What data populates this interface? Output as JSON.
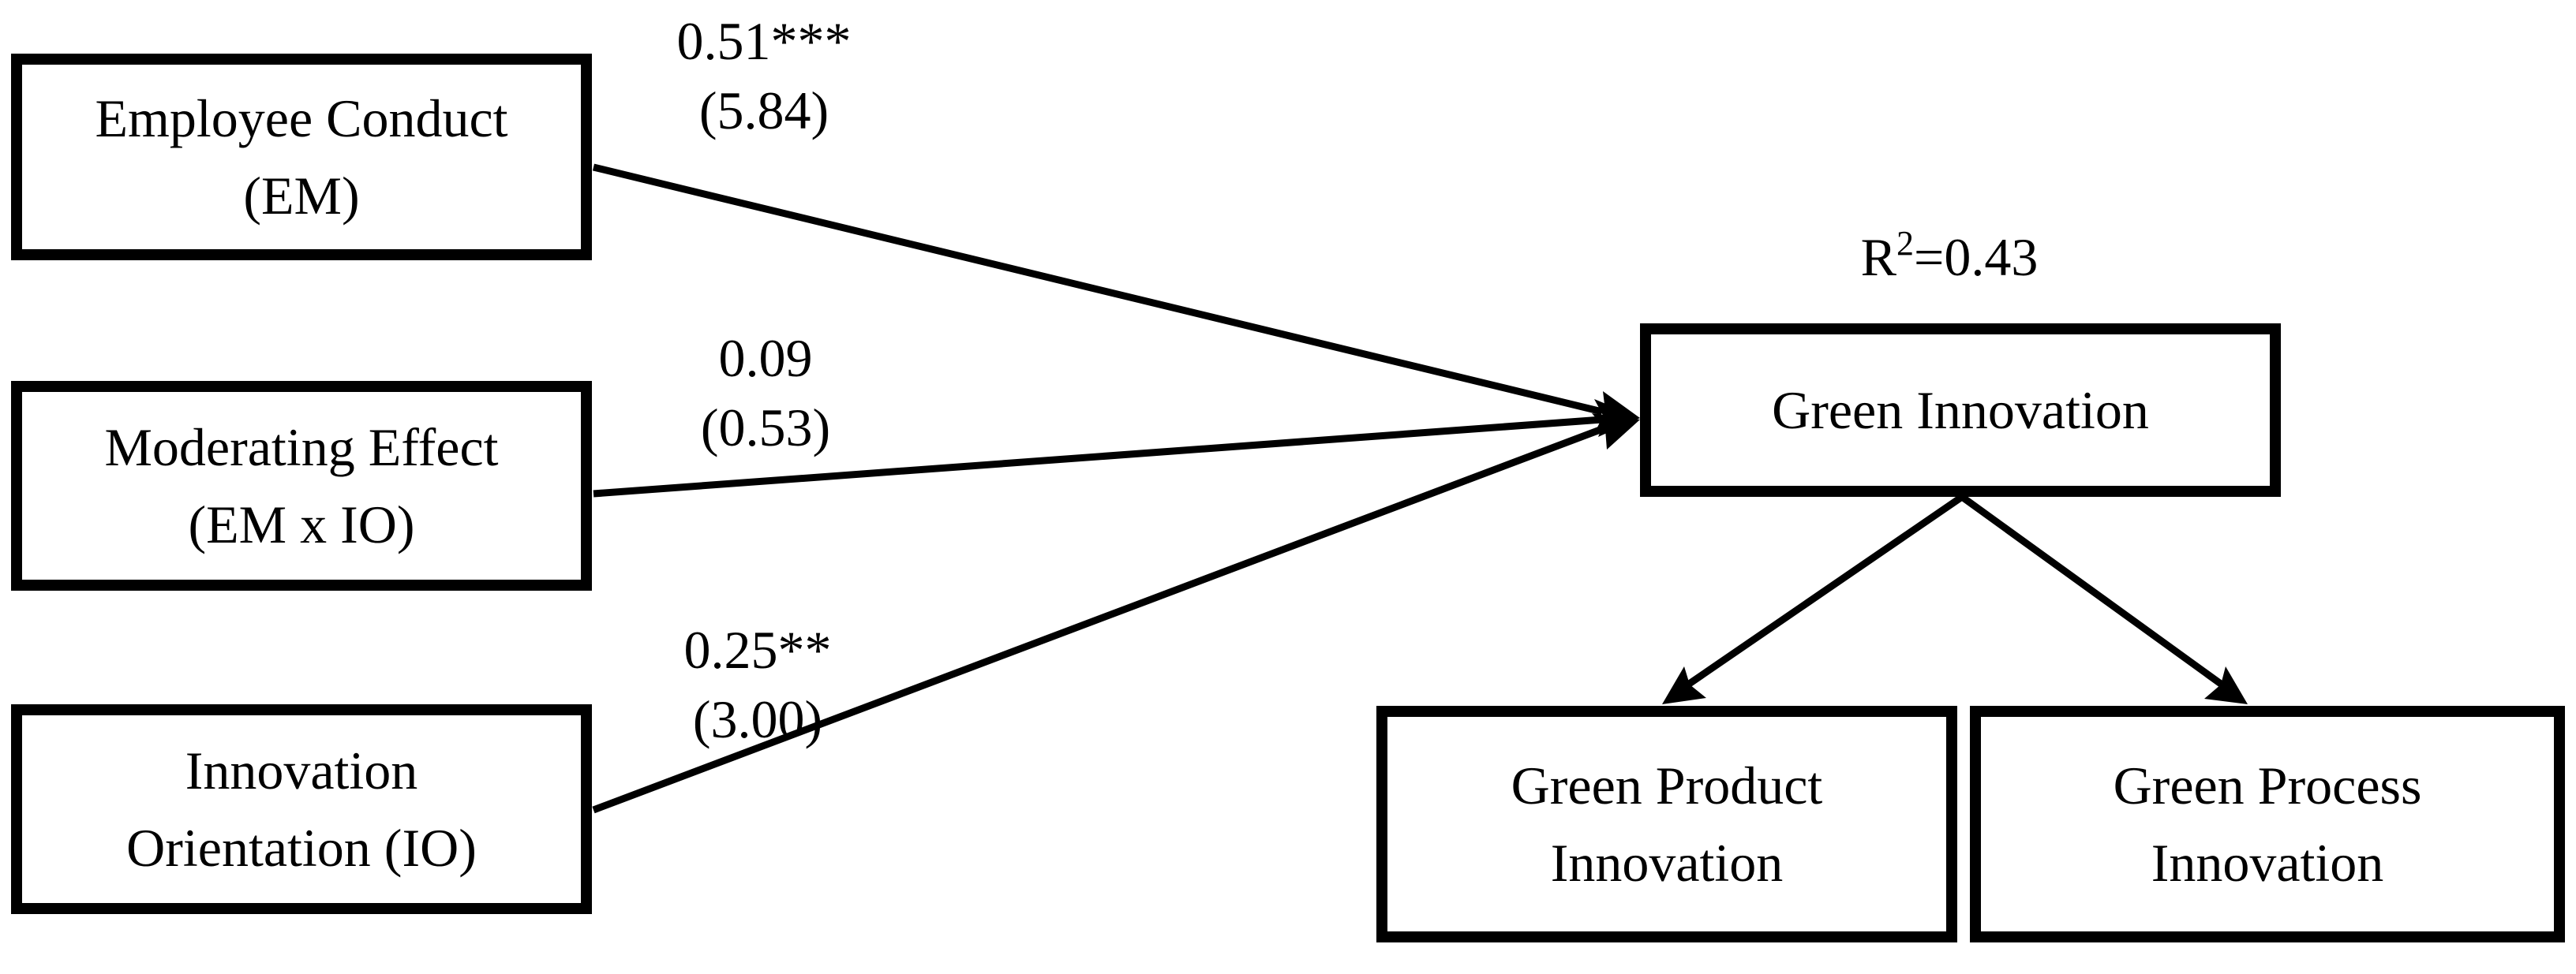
{
  "nodes": {
    "employee_conduct": {
      "line1": "Employee Conduct",
      "line2": "(EM)"
    },
    "moderating_effect": {
      "line1": "Moderating Effect",
      "line2": "(EM x IO)"
    },
    "innovation_orientation": {
      "line1": "Innovation",
      "line2": "Orientation (IO)"
    },
    "green_innovation": {
      "line1": "Green Innovation"
    },
    "green_product_innovation": {
      "line1": "Green Product",
      "line2": "Innovation"
    },
    "green_process_innovation": {
      "line1": "Green Process",
      "line2": "Innovation"
    }
  },
  "paths": {
    "em_to_gi": {
      "coefficient": "0.51***",
      "t_value": "(5.84)"
    },
    "mod_to_gi": {
      "coefficient": "0.09",
      "t_value": "(0.53)"
    },
    "io_to_gi": {
      "coefficient": "0.25**",
      "t_value": "(3.00)"
    }
  },
  "r_squared": {
    "symbol": "R",
    "superscript": "2",
    "value": "=0.43"
  },
  "colors": {
    "line": "#000000",
    "background": "#ffffff",
    "text": "#000000"
  }
}
